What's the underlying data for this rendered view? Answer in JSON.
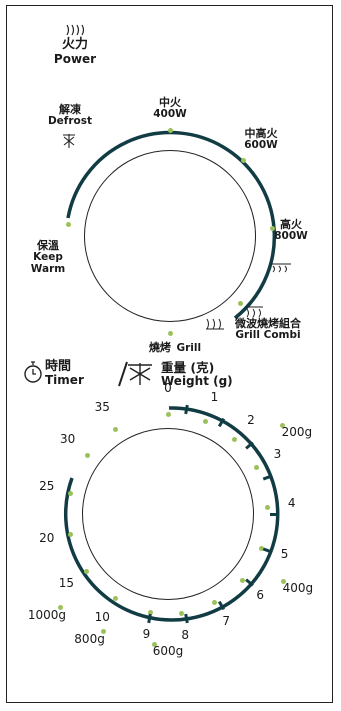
{
  "power": {
    "title_zh": "火力",
    "title_en": "Power",
    "settings": [
      {
        "zh": "中火",
        "en": "400W"
      },
      {
        "zh": "中高火",
        "en": "600W"
      },
      {
        "zh": "高火",
        "en": "800W"
      },
      {
        "zh": "微波燒烤組合",
        "en": "Grill Combi"
      },
      {
        "zh": "燒烤",
        "en": "Grill"
      },
      {
        "zh": "保溫",
        "en": "Keep Warm"
      },
      {
        "zh": "解凍",
        "en": "Defrost"
      }
    ]
  },
  "timer": {
    "title_zh": "時間",
    "title_en": "Timer",
    "weight_zh": "重量 (克)",
    "weight_en": "Weight (g)",
    "minutes": [
      "0",
      "1",
      "2",
      "3",
      "4",
      "5",
      "6",
      "7",
      "8",
      "9",
      "10",
      "15",
      "20",
      "25",
      "30",
      "35"
    ],
    "weights": [
      "200g",
      "400g",
      "600g",
      "800g",
      "1000g"
    ]
  },
  "colors": {
    "arc": "#123c44",
    "dot": "#9bc15a",
    "text": "#1a1a1a"
  },
  "icons": [
    "grill-icon",
    "defrost-icon",
    "timer-icon"
  ]
}
